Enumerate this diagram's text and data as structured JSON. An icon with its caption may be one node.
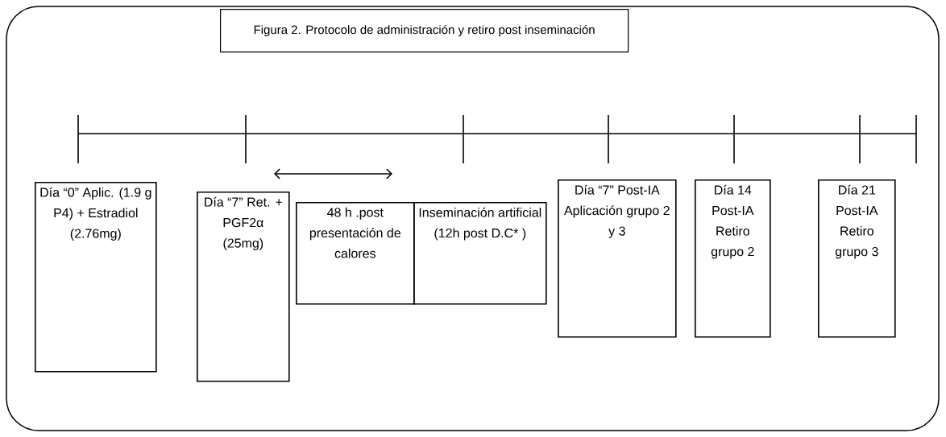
{
  "diagram": {
    "title": "Figura 2. Protocolo de administración y retiro post inseminación",
    "nodes": [
      {
        "text": [
          "Día “0” Aplic. (1.9 g P4) + Estradiol (2.76mg)"
        ]
      },
      {
        "text": [
          "Día “7” Ret. + PGF2α (25mg)"
        ]
      },
      {
        "text": [
          "48 h .post presentación de calores"
        ]
      },
      {
        "text": [
          "Inseminación artificial (12h post D.C* )"
        ]
      },
      {
        "text": [
          "Día “7” Post-IA Aplicación grupo 2 y 3"
        ]
      },
      {
        "text": [
          "Día 14 Post-IA Retiro grupo 2"
        ]
      },
      {
        "text": [
          "Día 21 Post-IA Retiro grupo 3"
        ]
      }
    ],
    "edges": []
  }
}
